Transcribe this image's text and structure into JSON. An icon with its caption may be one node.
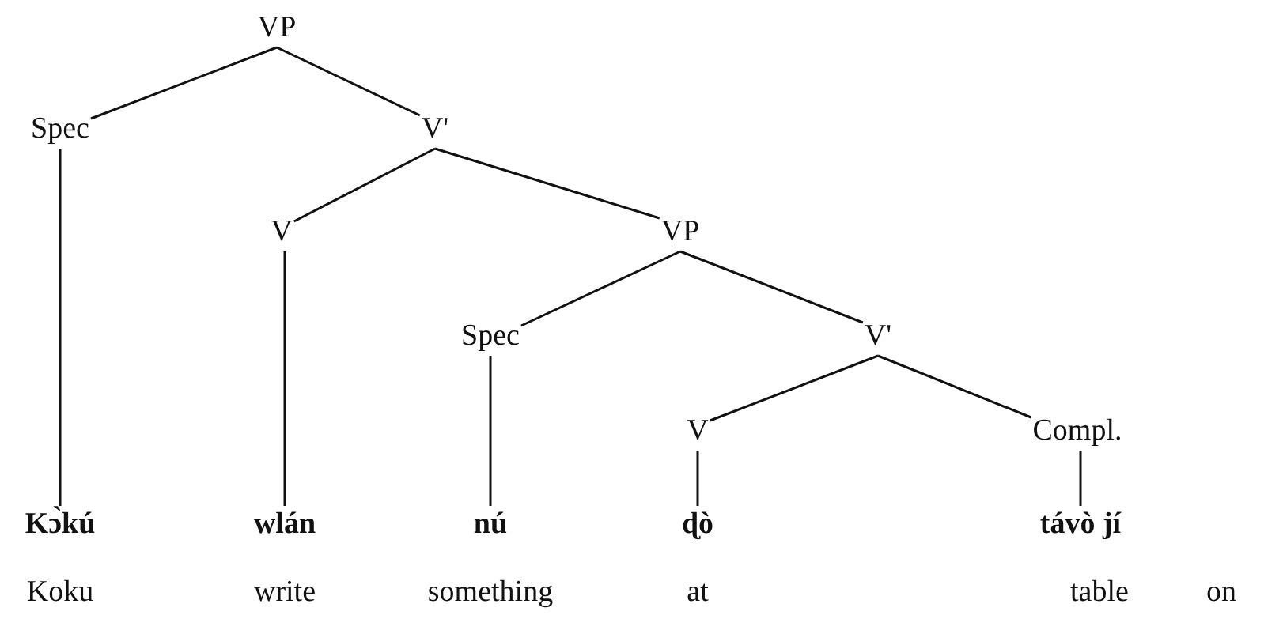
{
  "diagram": {
    "nodes": [
      {
        "text": [
          "VP"
        ]
      },
      {
        "text": [
          "Spec"
        ]
      },
      {
        "text": [
          "V'"
        ]
      },
      {
        "text": [
          "V"
        ]
      },
      {
        "text": [
          "VP"
        ]
      },
      {
        "text": [
          "Spec"
        ]
      },
      {
        "text": [
          "V'"
        ]
      },
      {
        "text": [
          "V"
        ]
      },
      {
        "text": [
          "Compl."
        ]
      },
      {
        "text": [
          "Kɔ̀kú"
        ]
      },
      {
        "text": [
          "wlán"
        ]
      },
      {
        "text": [
          "nú"
        ]
      },
      {
        "text": [
          "ɖò"
        ]
      },
      {
        "text": [
          "távò jí"
        ]
      }
    ],
    "edges": [
      {
        "from": 0,
        "to": 1,
        "arrow": "none"
      },
      {
        "from": 0,
        "to": 2,
        "arrow": "none"
      },
      {
        "from": 2,
        "to": 3,
        "arrow": "none"
      },
      {
        "from": 2,
        "to": 4,
        "arrow": "none"
      },
      {
        "from": 4,
        "to": 5,
        "arrow": "none"
      },
      {
        "from": 4,
        "to": 6,
        "arrow": "none"
      },
      {
        "from": 6,
        "to": 7,
        "arrow": "none"
      },
      {
        "from": 6,
        "to": 8,
        "arrow": "none"
      },
      {
        "from": 1,
        "to": 9,
        "arrow": "none"
      },
      {
        "from": 3,
        "to": 10,
        "arrow": "none"
      },
      {
        "from": 5,
        "to": 11,
        "arrow": "none"
      },
      {
        "from": 7,
        "to": 12,
        "arrow": "none"
      },
      {
        "from": 8,
        "to": 13,
        "arrow": "none"
      }
    ],
    "labels": [
      "Koku",
      "write",
      "something",
      "at",
      "table",
      "on"
    ]
  }
}
